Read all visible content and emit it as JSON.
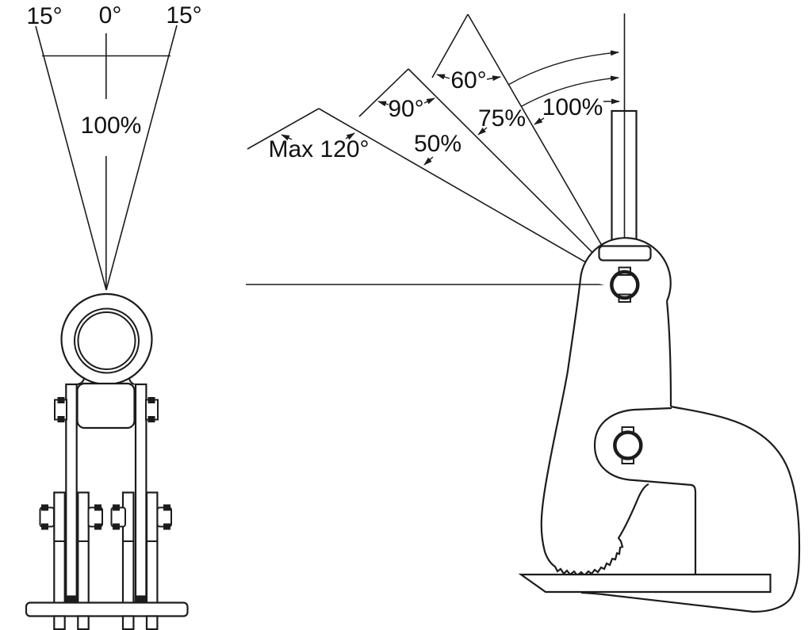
{
  "colors": {
    "background": "#ffffff",
    "line": "#1c1c1c",
    "text": "#111111"
  },
  "front_view": {
    "angle_left": "15°",
    "angle_center": "0°",
    "angle_right": "15°",
    "capacity_100": "100%"
  },
  "side_view": {
    "angle_max": "Max 120°",
    "angle_90": "90°",
    "angle_60": "60°",
    "capacity_50": "50%",
    "capacity_75": "75%",
    "capacity_100": "100%"
  }
}
